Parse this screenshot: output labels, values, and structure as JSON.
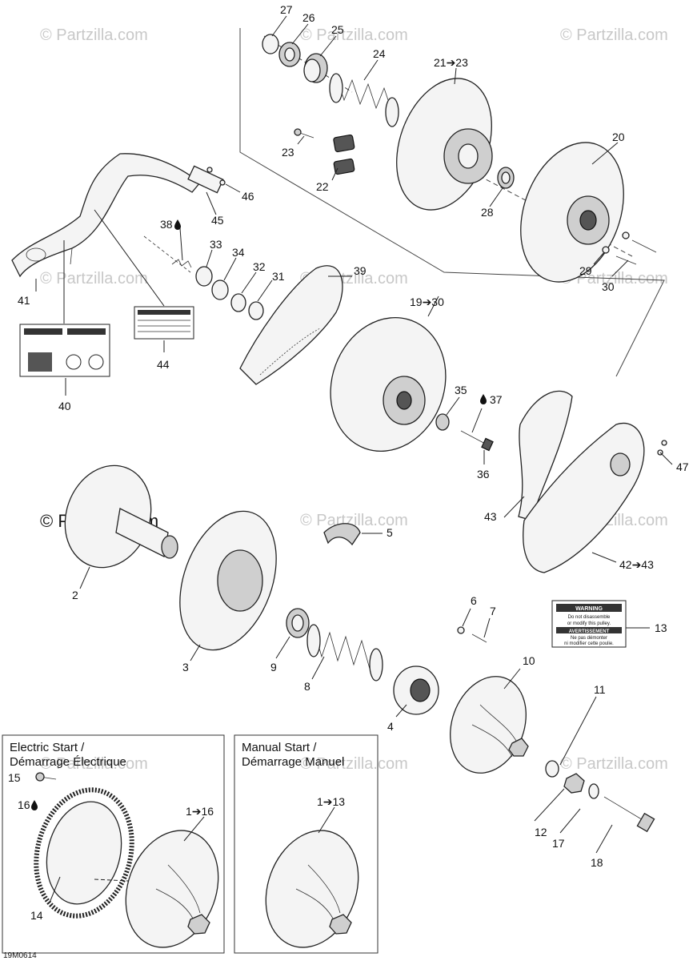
{
  "watermark": {
    "text": "© Partzilla.com",
    "main_text": "© Partzilla.com"
  },
  "diagram_code": "19M0614",
  "boxes": {
    "electric": {
      "line1": "Electric Start /",
      "line2": "Démarrage Électrique"
    },
    "manual": {
      "line1": "Manual Start /",
      "line2": "Démarrage Manuel"
    }
  },
  "callouts": {
    "c27": "27",
    "c26": "26",
    "c25": "25",
    "c24": "24",
    "c21": "21➔23",
    "c23": "23",
    "c22": "22",
    "c20": "20",
    "c28": "28",
    "c29": "29",
    "c30": "30",
    "c46": "46",
    "c45": "45",
    "c41": "41",
    "c38": "38",
    "c33": "33",
    "c34": "34",
    "c32": "32",
    "c31": "31",
    "c39": "39",
    "c19": "19➔30",
    "c44": "44",
    "c40": "40",
    "c35": "35",
    "c37": "37",
    "c36": "36",
    "c47": "47",
    "c43": "43",
    "c42": "42➔43",
    "c5": "5",
    "c2": "2",
    "c3": "3",
    "c6": "6",
    "c7": "7",
    "c13": "13",
    "c9": "9",
    "c8": "8",
    "c10": "10",
    "c4": "4",
    "c11": "11",
    "c15": "15",
    "c16": "16",
    "c1e": "1➔16",
    "c1m": "1➔13",
    "c14": "14",
    "c12": "12",
    "c17": "17",
    "c18": "18"
  },
  "labels": {
    "pulley_warning": {
      "title1": "WARNING",
      "line1": "Do not disassemble",
      "line2": "or modify this pulley.",
      "title2": "AVERTISSEMENT",
      "line3": "Ne pas démonter",
      "line4": "ni modifier cette poulie."
    }
  },
  "colors": {
    "ink": "#222222",
    "watermark": "#c8c8c8"
  }
}
